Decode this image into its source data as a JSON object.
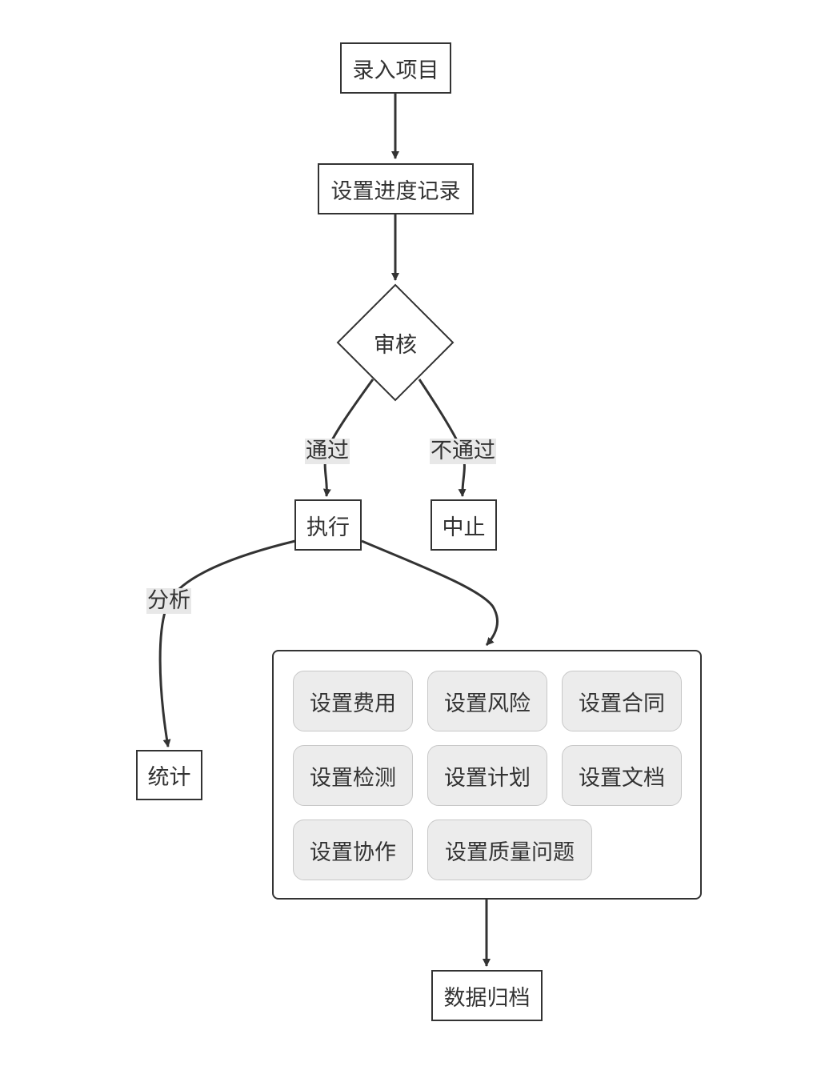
{
  "colors": {
    "stroke": "#333333",
    "chip_fill": "#ececec",
    "chip_border": "#c8c8c8",
    "edge_label_bg": "#e8e8e8"
  },
  "nodes": {
    "enter_project": "录入项目",
    "set_progress": "设置进度记录",
    "review": "审核",
    "execute": "执行",
    "abort": "中止",
    "statistics": "统计",
    "archive": "数据归档"
  },
  "edge_labels": {
    "pass": "通过",
    "fail": "不通过",
    "analyze": "分析"
  },
  "group_items": [
    "设置费用",
    "设置风险",
    "设置合同",
    "设置检测",
    "设置计划",
    "设置文档",
    "设置协作",
    "设置质量问题"
  ]
}
